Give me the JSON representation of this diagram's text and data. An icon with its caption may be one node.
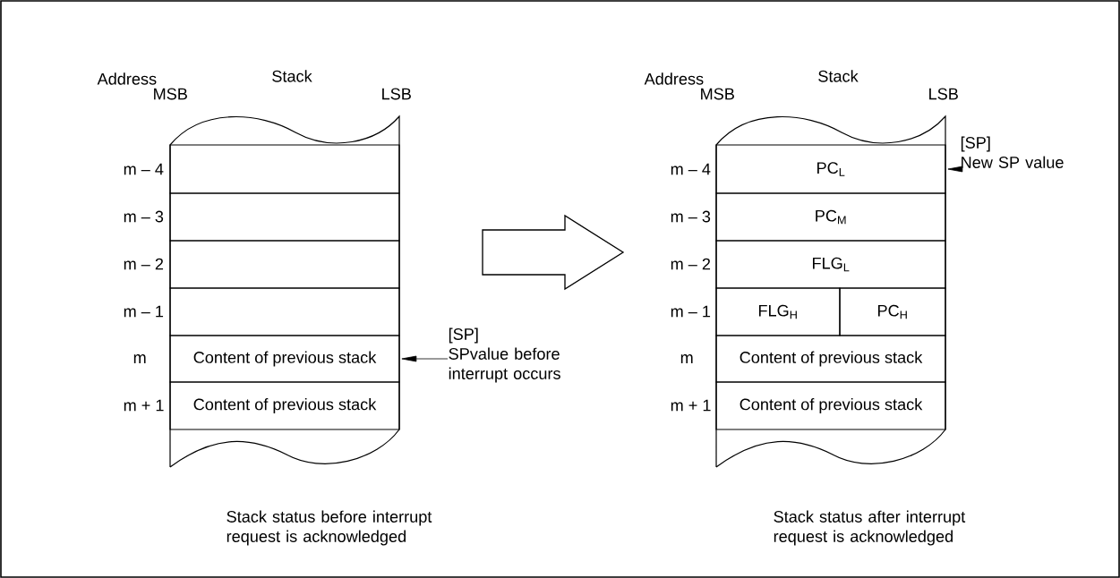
{
  "diagram": {
    "nodes": [
      {
        "text": [
          "Stack"
        ]
      },
      {
        "text": [],
        "shape": "box",
        "in": 0
      },
      {
        "text": [],
        "shape": "box",
        "in": 0
      },
      {
        "text": [],
        "shape": "box",
        "in": 0
      },
      {
        "text": [],
        "shape": "box",
        "in": 0
      },
      {
        "text": [
          "Content of previous stack"
        ],
        "in": 0
      },
      {
        "text": [
          "Content of previous stack"
        ],
        "in": 0
      },
      {
        "text": [
          "[SP]",
          "SPvalue before interrupt occurs"
        ]
      },
      {
        "text": [
          "Stack"
        ]
      },
      {
        "text": [
          "PC$_{L}$"
        ],
        "in": 8
      },
      {
        "text": [
          "PC$_{M}$"
        ],
        "in": 8
      },
      {
        "text": [
          "FLG$_{L}$"
        ],
        "in": 8
      },
      {
        "text": [
          "FLG$_{H}$"
        ],
        "in": 8
      },
      {
        "text": [
          "PC$_{H}$"
        ],
        "in": 8
      },
      {
        "text": [
          "Content of previous stack"
        ],
        "in": 8
      },
      {
        "text": [
          "Content of previous stack"
        ],
        "in": 8
      },
      {
        "text": [
          "[SP]",
          "New SP value"
        ]
      }
    ],
    "edges": [
      {
        "from": 7,
        "to": 5,
        "arrow": "to"
      },
      {
        "from": 16,
        "to": 9,
        "arrow": "to"
      }
    ],
    "labels": [
      "Address",
      "MSB",
      "LSB",
      "m – 4",
      "m – 3",
      "m – 2",
      "m – 1",
      "m",
      "m + 1",
      "Stack status before interrupt request is acknowledged",
      "Address",
      "MSB",
      "LSB",
      "m – 4",
      "m – 3",
      "m – 2",
      "m – 1",
      "m",
      "m + 1",
      "Stack status after interrupt request is acknowledged"
    ]
  }
}
